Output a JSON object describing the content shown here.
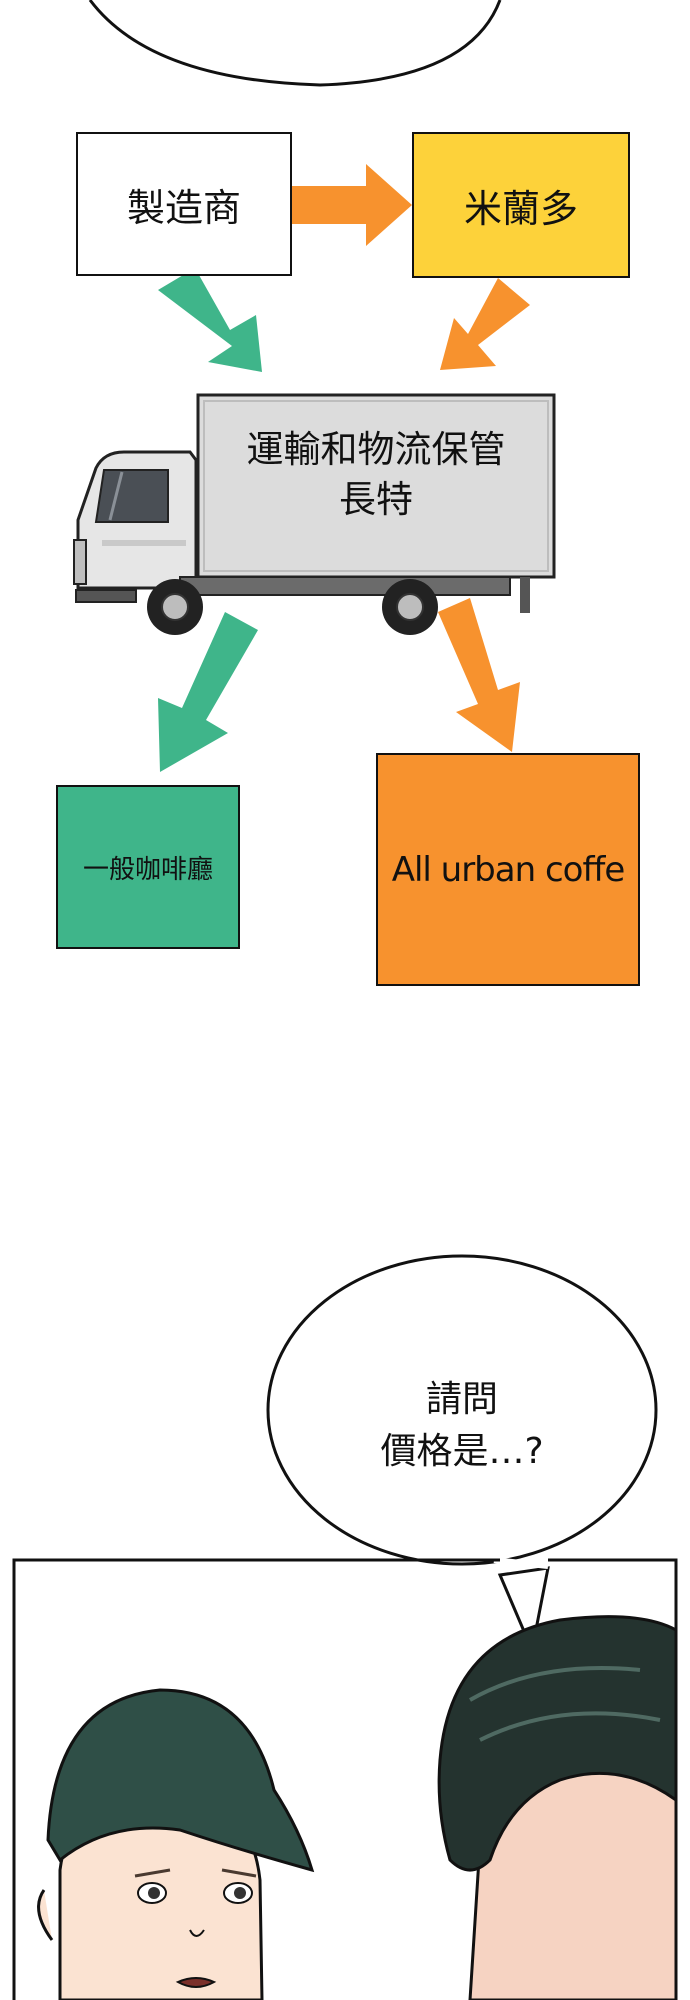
{
  "diagram": {
    "manufacturer_label": "製造商",
    "milando_label": "米蘭多",
    "truck_label_line1": "運輸和物流保管",
    "truck_label_line2": "長特",
    "regular_cafe_label": "一般咖啡廳",
    "all_urban_label": "All urban coffe"
  },
  "speech_bubble": {
    "line1": "請問",
    "line2": "價格是…?"
  },
  "colors": {
    "green": "#3fb58a",
    "orange": "#f7922e",
    "yellow": "#fdd23a",
    "truck_body": "#dcdcdc",
    "outline": "#111111"
  }
}
